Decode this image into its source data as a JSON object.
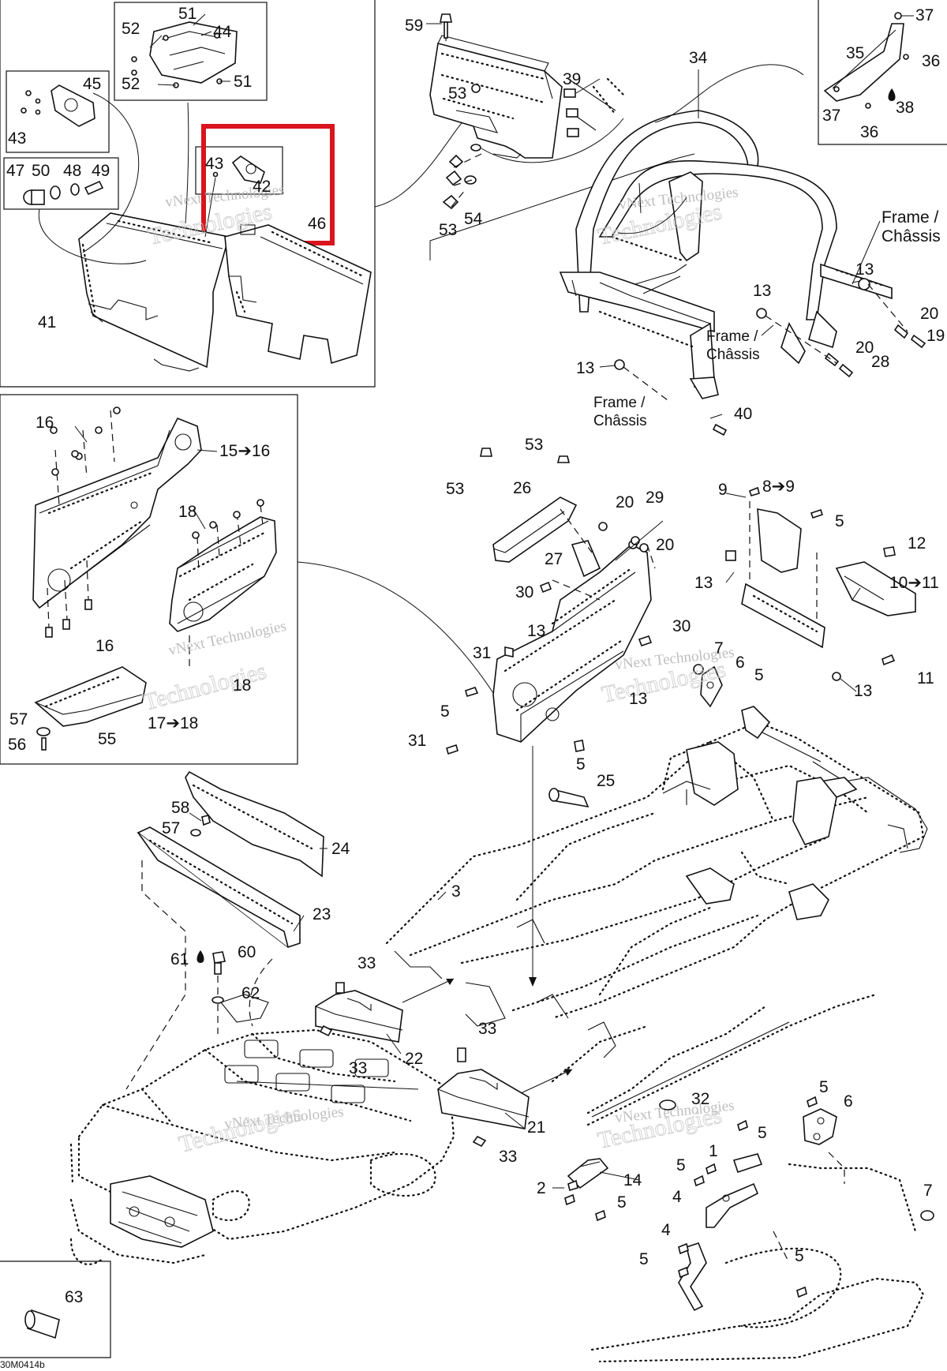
{
  "diagram": {
    "drawing_code": "30M0414b",
    "watermark": "vNext Technologies",
    "highlight_color": "#d9141c",
    "frame_label": "Frame / Châssis",
    "frame_label_line1": "Frame /",
    "frame_label_line2": "Châssis",
    "callouts": {
      "c1": "1",
      "c2": "2",
      "c3": "3",
      "c4": "4",
      "c5": "5",
      "c6": "6",
      "c7": "7",
      "c8to9": "8➔9",
      "c9": "9",
      "c10to11": "10➔11",
      "c11": "11",
      "c12": "12",
      "c13": "13",
      "c14": "14",
      "c15to16": "15➔16",
      "c16": "16",
      "c17to18": "17➔18",
      "c18": "18",
      "c19": "19",
      "c20": "20",
      "c21": "21",
      "c22": "22",
      "c23": "23",
      "c24": "24",
      "c25": "25",
      "c26": "26",
      "c27": "27",
      "c28": "28",
      "c29": "29",
      "c30": "30",
      "c31": "31",
      "c32": "32",
      "c33": "33",
      "c34": "34",
      "c35": "35",
      "c36": "36",
      "c37": "37",
      "c38": "38",
      "c39": "39",
      "c40": "40",
      "c41": "41",
      "c42": "42",
      "c43": "43",
      "c44": "44",
      "c45": "45",
      "c46": "46",
      "c47": "47",
      "c48": "48",
      "c49": "49",
      "c50": "50",
      "c51": "51",
      "c52": "52",
      "c53": "53",
      "c54": "54",
      "c55": "55",
      "c56": "56",
      "c57": "57",
      "c58": "58",
      "c59": "59",
      "c60": "60",
      "c61": "61",
      "c62": "62",
      "c63": "63"
    }
  }
}
